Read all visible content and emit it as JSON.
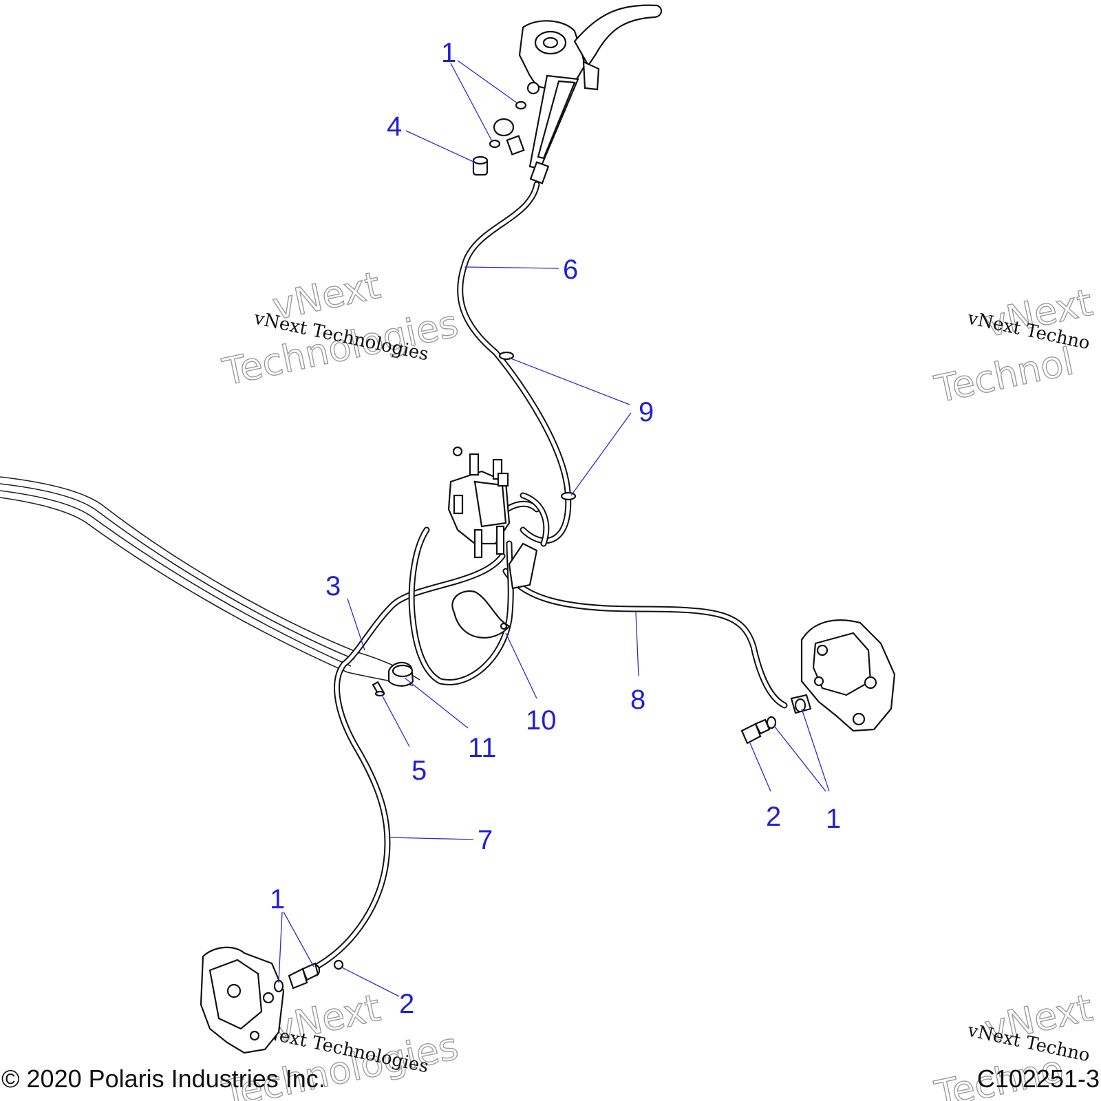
{
  "diagram": {
    "callouts": [
      "1",
      "4",
      "6",
      "9",
      "3",
      "10",
      "11",
      "5",
      "8",
      "2",
      "1",
      "7",
      "1",
      "2"
    ],
    "watermarks": [
      {
        "serif": "vNext Technologies",
        "outline_1": "vNext",
        "outline_2": "Technologies"
      },
      {
        "serif": "vNext Techno",
        "outline_1": "vNext",
        "outline_2": "Technol"
      },
      {
        "serif": "vNext Technologies",
        "outline_1": "vNext",
        "outline_2": "Technologies"
      },
      {
        "serif": "vNext Techno",
        "outline_1": "vNext",
        "outline_2": "Techno"
      }
    ],
    "copyright": "© 2020 Polaris Industries Inc.",
    "diagram_code": "C102251-3"
  }
}
